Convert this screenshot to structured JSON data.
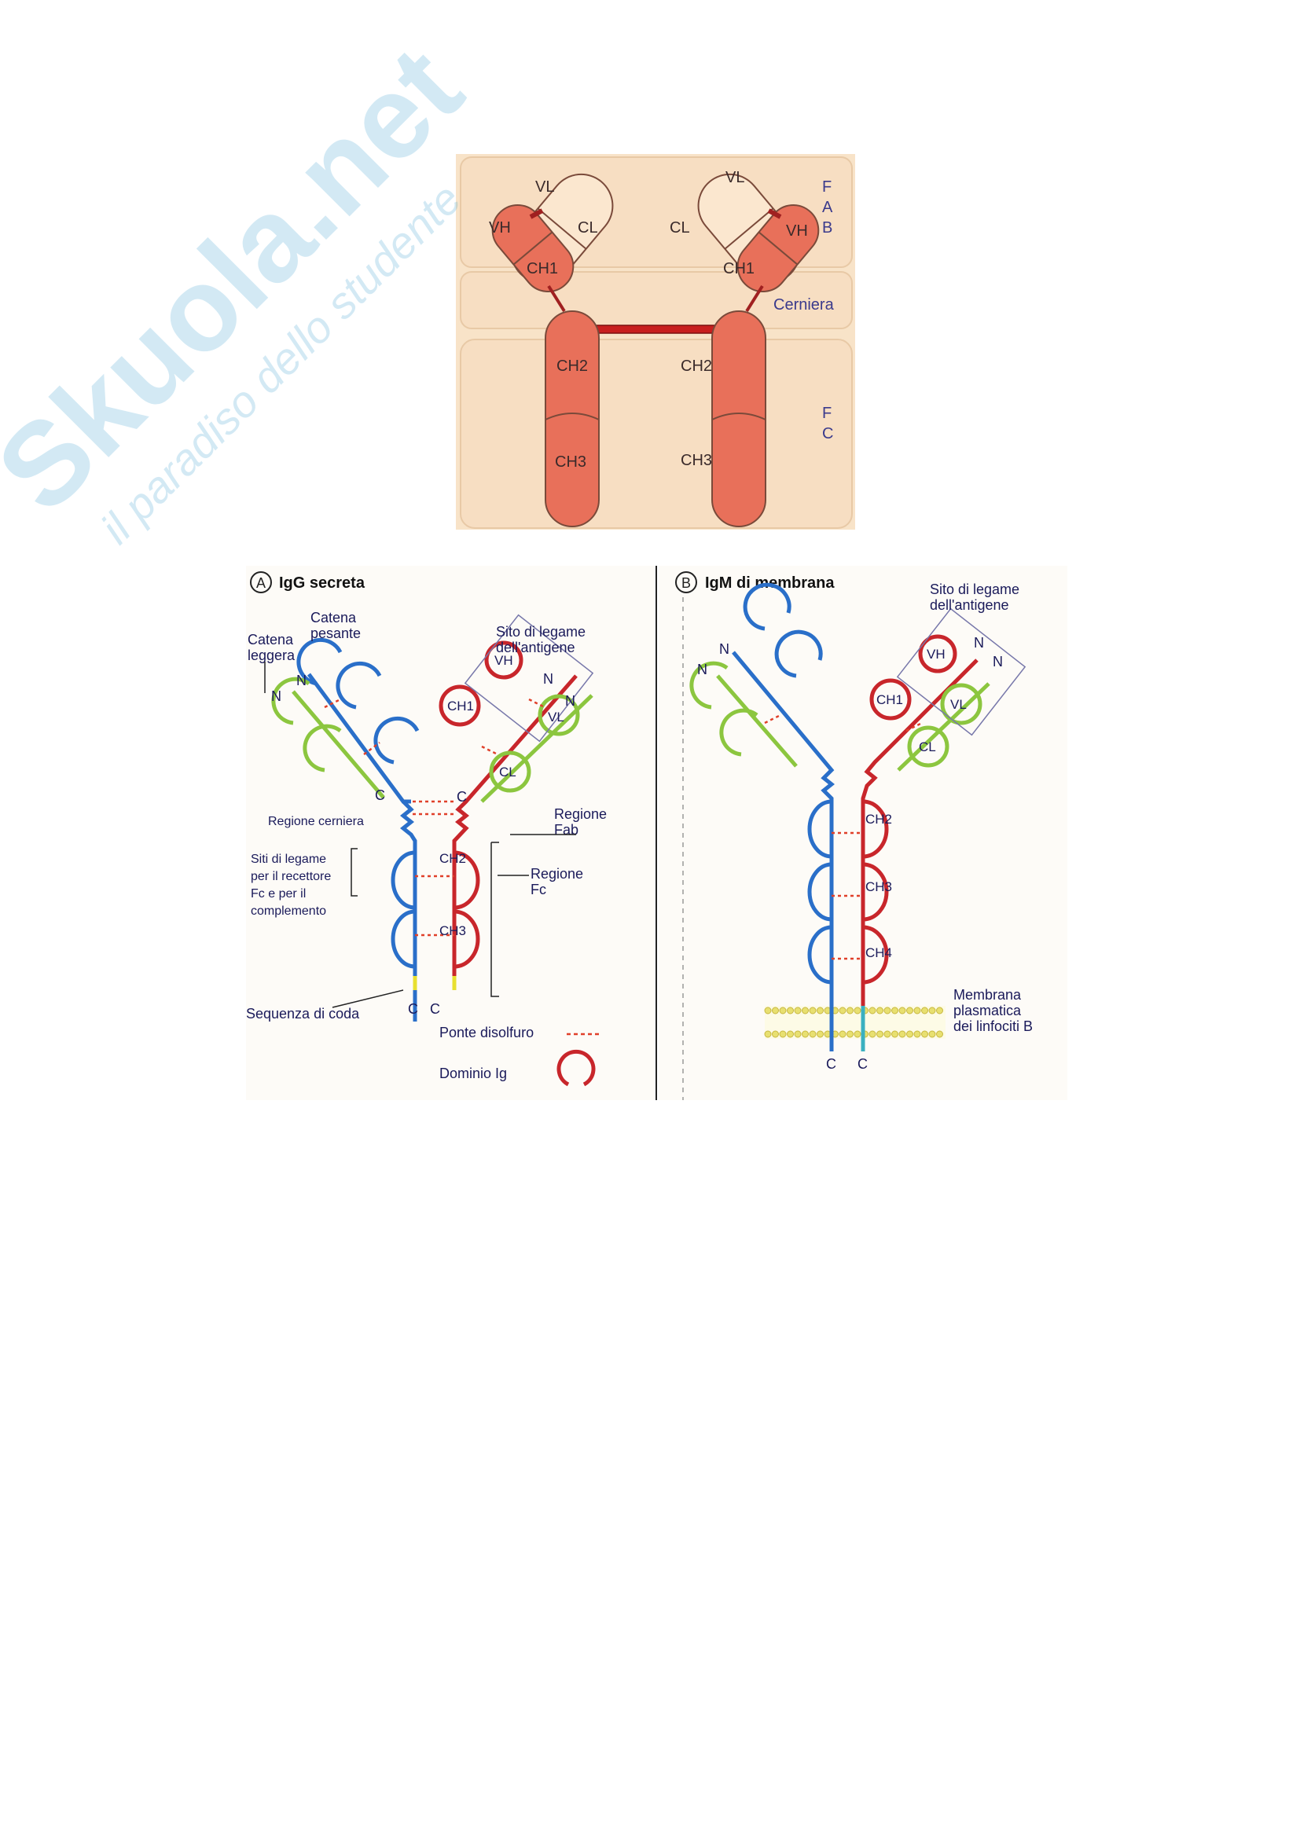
{
  "watermark": {
    "brand": "Skuola.net",
    "tagline": "il paradiso dello studente"
  },
  "top_figure": {
    "domains": {
      "vl_left": "VL",
      "vh_left": "VH",
      "cl_left": "CL",
      "ch1_left": "CH1",
      "vl_right": "VL",
      "vh_right": "VH",
      "cl_right": "CL",
      "ch1_right": "CH1",
      "ch2_left": "CH2",
      "ch3_left": "CH3",
      "ch2_right": "CH2",
      "ch3_right": "CH3"
    },
    "regions": {
      "fab_f": "F",
      "fab_a": "A",
      "fab_b": "B",
      "hinge": "Cerniera",
      "fc_f": "F",
      "fc_c": "C"
    },
    "colors": {
      "background": "#f8e3c8",
      "domain_red": "#e8705a",
      "domain_light": "#fbe7cf",
      "label": "#3a3a8c"
    }
  },
  "panel_a": {
    "badge": "A",
    "title": "IgG secreta",
    "catena_pesante": [
      "Catena",
      "pesante"
    ],
    "catena_leggera": [
      "Catena",
      "leggera"
    ],
    "sito": [
      "Sito di legame",
      "dell'antigene"
    ],
    "n": "N",
    "c": "C",
    "vh": "VH",
    "vl": "VL",
    "ch1": "CH1",
    "cl": "CL",
    "ch2": "CH2",
    "ch3": "CH3",
    "regione_cerniera": "Regione cerniera",
    "regione_fab": [
      "Regione",
      "Fab"
    ],
    "regione_fc": [
      "Regione",
      "Fc"
    ],
    "siti": [
      "Siti di legame",
      "per il recettore",
      "Fc e per il",
      "complemento"
    ],
    "sequenza_coda": "Sequenza di coda",
    "ponte_disolfuro": "Ponte disolfuro",
    "dominio_ig": "Dominio Ig"
  },
  "panel_b": {
    "badge": "B",
    "title": "IgM di membrana",
    "sito": [
      "Sito di legame",
      "dell'antigene"
    ],
    "n": "N",
    "c": "C",
    "vh": "VH",
    "vl": "VL",
    "ch1": "CH1",
    "cl": "CL",
    "ch2": "CH2",
    "ch3": "CH3",
    "ch4": "CH4",
    "membrana": [
      "Membrana",
      "plasmatica",
      "dei linfociti B"
    ]
  },
  "colors": {
    "heavy_blue": "#2a6fc9",
    "heavy_red": "#c8262b",
    "light_green": "#8cc63f",
    "disulfide": "#e0402a",
    "membrane": "#e8e070"
  }
}
